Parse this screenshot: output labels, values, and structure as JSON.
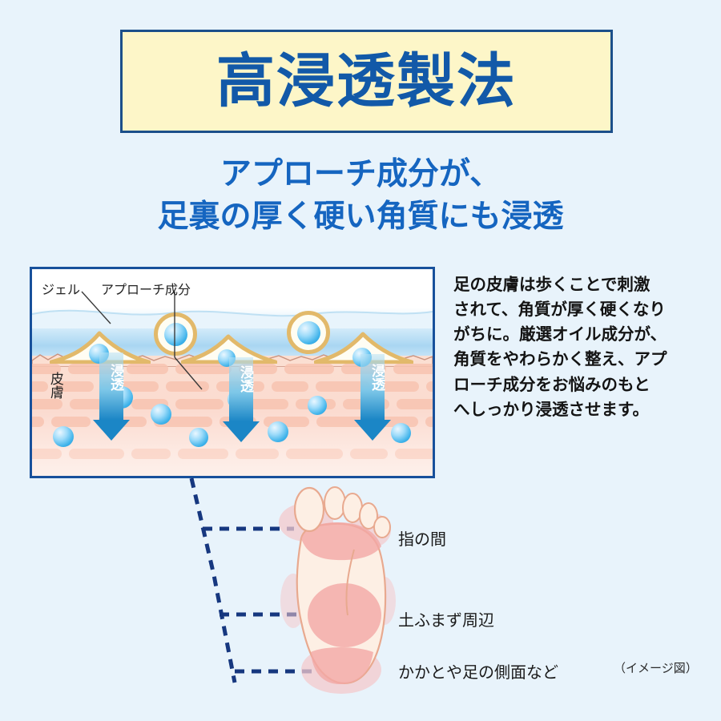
{
  "page": {
    "background_color": "#e8f3fb",
    "accent_blue": "#1259a8",
    "subtitle_blue": "#1565c0",
    "title_box_fill": "#fdf6c8",
    "border_navy": "#17509b"
  },
  "title": {
    "text": "高浸透製法"
  },
  "subtitle": {
    "line1": "アプローチ成分が、",
    "line2": "足裏の厚く硬い角質にも浸透"
  },
  "diagram": {
    "label_gel": "ジェル",
    "label_ingredient": "アプローチ成分",
    "label_skin": "皮膚",
    "arrow_label": "浸透",
    "arrows": [
      "浸透",
      "浸透",
      "浸透"
    ]
  },
  "body_copy": {
    "line1": "足の皮膚は歩くことで刺激",
    "line2": "されて、角質が厚く硬くなり",
    "line3": "がちに。厳選オイル成分が、",
    "line4": "角質をやわらかく整え、アプ",
    "line5": "ローチ成分をお悩みのもと",
    "line6": "へしっかり浸透させます。"
  },
  "foot_callouts": [
    {
      "label": "指の間"
    },
    {
      "label": "土ふまず周辺"
    },
    {
      "label": "かかとや足の側面など"
    }
  ],
  "image_note": {
    "text": "（イメージ図）"
  }
}
